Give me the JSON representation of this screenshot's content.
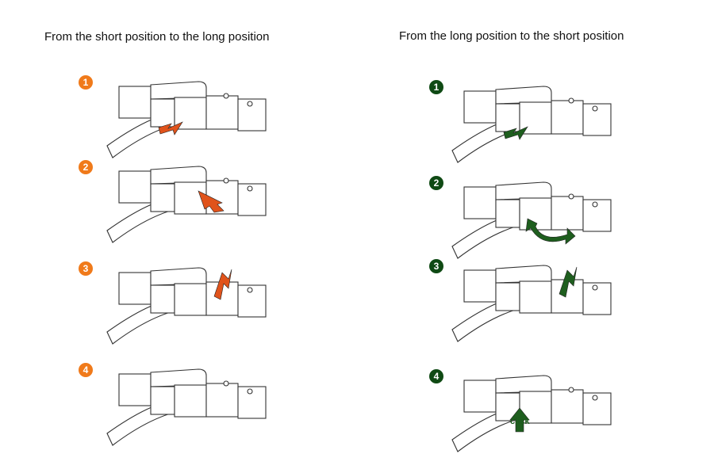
{
  "left": {
    "title": "From the short position to the long position",
    "color": "#f07a1a",
    "arrow": "#e0531b",
    "steps": [
      {
        "n": "1",
        "arrow": "down-left"
      },
      {
        "n": "2",
        "arrow": "down-right"
      },
      {
        "n": "3",
        "arrow": "up-right"
      },
      {
        "n": "4",
        "arrow": "none"
      }
    ]
  },
  "right": {
    "title": "From the long position to the short position",
    "color": "#0f4a14",
    "arrow": "#1e5e1e",
    "steps": [
      {
        "n": "1",
        "arrow": "down-left"
      },
      {
        "n": "2",
        "arrow": "curve"
      },
      {
        "n": "3",
        "arrow": "up-right"
      },
      {
        "n": "4",
        "arrow": "up",
        "label": "click"
      }
    ]
  }
}
